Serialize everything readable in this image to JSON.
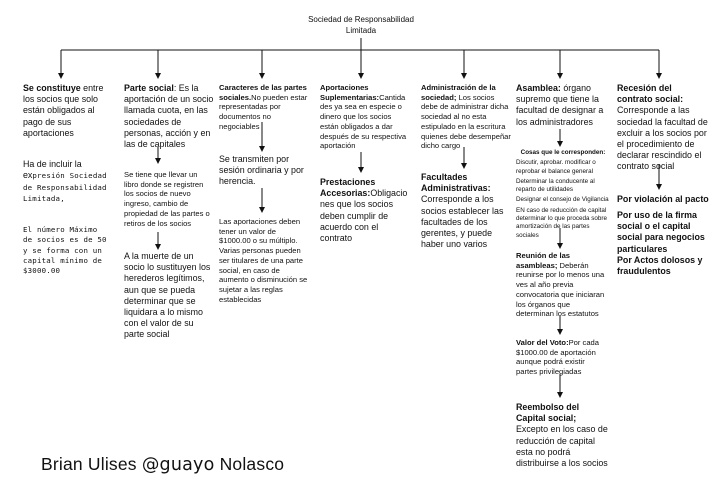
{
  "root": {
    "title": "Sociedad de Responsabilidad Limitada"
  },
  "col1": {
    "lead": "Se constituye",
    "text": " entre los socios que solo están obligados al pago de sus aportaciones",
    "note_lead": "Ha de incluir la ex",
    "note_mono": "presión Sociedad de Responsabilidad Limitada,",
    "max_partners": "El número Máximo de socios es de 50 y se forma con un capital mínimo de $3000.00"
  },
  "col2": {
    "lead": "Parte social",
    "text": ": Es la aportación de un socio llamada cuota, en las sociedades de personas, acción y en las de capitales",
    "registry": "Se tiene que llevar un libro donde se registren los socios de nuevo ingreso, cambio de propiedad de las partes o retiros de los socios",
    "death": "A la muerte de un socio lo sustituyen los herederos legítimos, aun que se pueda determinar que se liquidara a lo mismo con el valor de su parte social"
  },
  "col3": {
    "lead": "Caracteres de las partes sociales.",
    "text": "No pueden estar representadas por documentos no negociables",
    "transmit": "Se transmiten por sesión ordinaria y por herencia.",
    "contrib": "Las aportaciones deben tener un valor de $1000.00 o su múltiplo. Varias personas pueden ser titulares de una parte social, en caso de aumento o disminución se sujetar a las reglas establecidas"
  },
  "col4": {
    "lead": "Aportaciones Suplementarias:",
    "text": "Cantida des ya sea en especie o dinero que los socios están obligados a dar después de su respectiva aportación",
    "prest_lead": "Prestaciones Accesorias:",
    "prest_text": "Obligacio nes que los socios deben cumplir de acuerdo con el contrato"
  },
  "col5": {
    "lead": "Administración de la sociedad;",
    "text": " Los socios debe de administrar dicha sociedad al no esta estipulado en la escritura quienes debe desempeñar dicho cargo",
    "fac_lead": "Facultades Administrativas:",
    "fac_text": "Corresponde a los socios establecer las facultades de los gerentes, y puede haber uno varios"
  },
  "col6": {
    "lead": "Asamblea:",
    "text": " órgano supremo que tiene la facultad de designar a los administradores",
    "things_title": "Cosas que le corresponden:",
    "things": [
      "Discutir, aprobar. modificar o reprobar el balance general",
      "Determinar la conducente al reparto de utilidades",
      "Designar el consejo de Vigilancia",
      "EN caso de reducción de capital determinar lo que proceda sobre amortización de las partes sociales"
    ],
    "meeting_lead": "Reunión de las asambleas;",
    "meeting_text": " Deberán reunirse por lo menos una ves al año previa convocatoria que iniciaran los órganos que determinan los estatutos",
    "vote_lead": "Valor del Voto:",
    "vote_text": "Por cada $1000.00 de aportación aunque podrá existir partes privilegiadas",
    "refund_lead": "Reembolso del Capital social;",
    "refund_text": " Excepto en los caso de reducción de capital esta no podrá distribuirse a los socios"
  },
  "col7": {
    "lead": "Recesión del contrato social:",
    "text": " Corresponde a las sociedad la facultad de excluir a los socios por el procedimiento de declarar rescindido el contrato social",
    "items": [
      "Por violación al pacto",
      "Por uso de la firma social o el capital social para negocios particulares",
      "Por Actos dolosos y fraudulentos"
    ]
  },
  "author": {
    "name_a": "Brian Ulises ",
    "handle": "@guayo",
    "name_b": " Nolasco"
  },
  "colors": {
    "line": "#111111",
    "text": "#111111",
    "background": "#ffffff"
  }
}
